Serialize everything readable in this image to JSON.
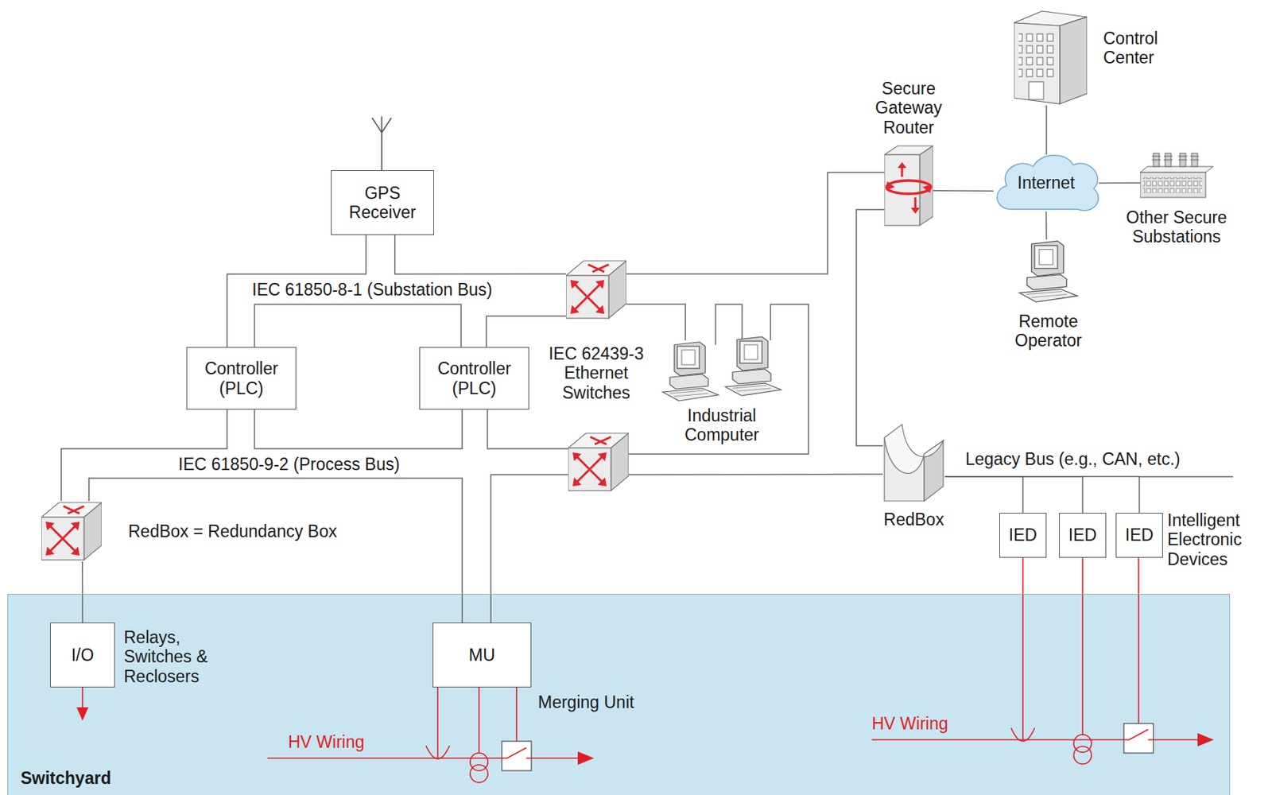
{
  "diagram": {
    "nodes": [
      {
        "text": [
          "GPS Receiver"
        ]
      },
      {
        "text": [
          "Secure Gateway Router"
        ]
      },
      {
        "text": [
          "Control Center"
        ]
      },
      {
        "text": [
          "Internet"
        ]
      },
      {
        "text": [
          "Other Secure Substations"
        ]
      },
      {
        "text": [
          "IEC 62439-3 Ethernet Switches"
        ]
      },
      {
        "text": [
          "Remote Operator"
        ]
      },
      {
        "text": [
          "Controller (PLC)"
        ]
      },
      {
        "text": [
          "Controller (PLC)"
        ]
      },
      {
        "text": [
          "Industrial Computer"
        ]
      },
      {
        "text": []
      },
      {
        "text": [
          "RedBox = Redundancy Box"
        ]
      },
      {
        "text": [
          "RedBox"
        ]
      },
      {
        "text": [
          "IED"
        ]
      },
      {
        "text": [
          "IED"
        ]
      },
      {
        "text": [
          "IED",
          "Intelligent Electronic Devices"
        ]
      },
      {
        "text": [
          "Switchyard"
        ]
      },
      {
        "text": [
          "I/O",
          "Relays, Switches & Reclosers"
        ],
        "in": 16
      },
      {
        "text": [
          "MU",
          "Merging Unit"
        ],
        "in": 16
      }
    ],
    "edges": [
      {
        "from": 0,
        "to": 7,
        "arrow": "none"
      },
      {
        "from": 0,
        "to": 5,
        "arrow": "none"
      },
      {
        "from": 7,
        "to": 8,
        "arrow": "none"
      },
      {
        "from": 8,
        "to": 5,
        "arrow": "none"
      },
      {
        "from": 5,
        "to": 1,
        "arrow": "none"
      },
      {
        "from": 1,
        "to": 3,
        "arrow": "none"
      },
      {
        "from": 3,
        "to": 2,
        "arrow": "none"
      },
      {
        "from": 3,
        "to": 4,
        "arrow": "none"
      },
      {
        "from": 3,
        "to": 6,
        "arrow": "none"
      },
      {
        "from": 5,
        "to": 9,
        "arrow": "none"
      },
      {
        "from": 9,
        "to": 10,
        "arrow": "none"
      },
      {
        "from": 1,
        "to": 12,
        "arrow": "none"
      },
      {
        "from": 10,
        "to": 12,
        "arrow": "none"
      },
      {
        "from": 12,
        "to": 13,
        "arrow": "none"
      },
      {
        "from": 12,
        "to": 14,
        "arrow": "none"
      },
      {
        "from": 12,
        "to": 15,
        "arrow": "none"
      },
      {
        "from": 7,
        "to": 8,
        "arrow": "none"
      },
      {
        "from": 8,
        "to": 10,
        "arrow": "none"
      },
      {
        "from": 7,
        "to": 11,
        "arrow": "none"
      },
      {
        "from": 11,
        "to": 18,
        "arrow": "none"
      },
      {
        "from": 10,
        "to": 18,
        "arrow": "none"
      },
      {
        "from": 11,
        "to": 17,
        "arrow": "none"
      }
    ],
    "labels": [
      "IEC 61850-8-1 (Substation Bus)",
      "IEC 61850-9-2 (Process Bus)",
      "Legacy Bus (e.g., CAN, etc.)",
      "HV Wiring",
      "HV Wiring"
    ]
  }
}
